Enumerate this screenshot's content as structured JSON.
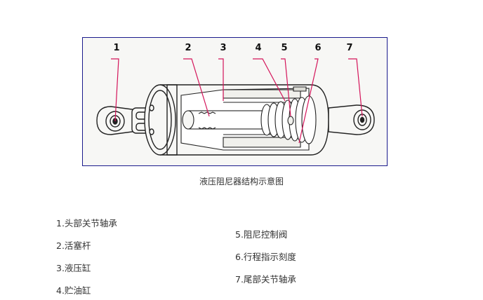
{
  "diagram": {
    "numbers": [
      "1",
      "2",
      "3",
      "4",
      "5",
      "6",
      "7"
    ],
    "caption": "液压阻尼器结构示意图",
    "leader_color": "#d4145a",
    "outline_color": "#222222",
    "frame_color": "#1a1a8c"
  },
  "legend": {
    "items": [
      "1.头部关节轴承",
      "2.活塞杆",
      "3.液压缸",
      "4.贮油缸",
      "5.阻尼控制阀",
      "6.行程指示刻度",
      "7.尾部关节轴承"
    ]
  }
}
